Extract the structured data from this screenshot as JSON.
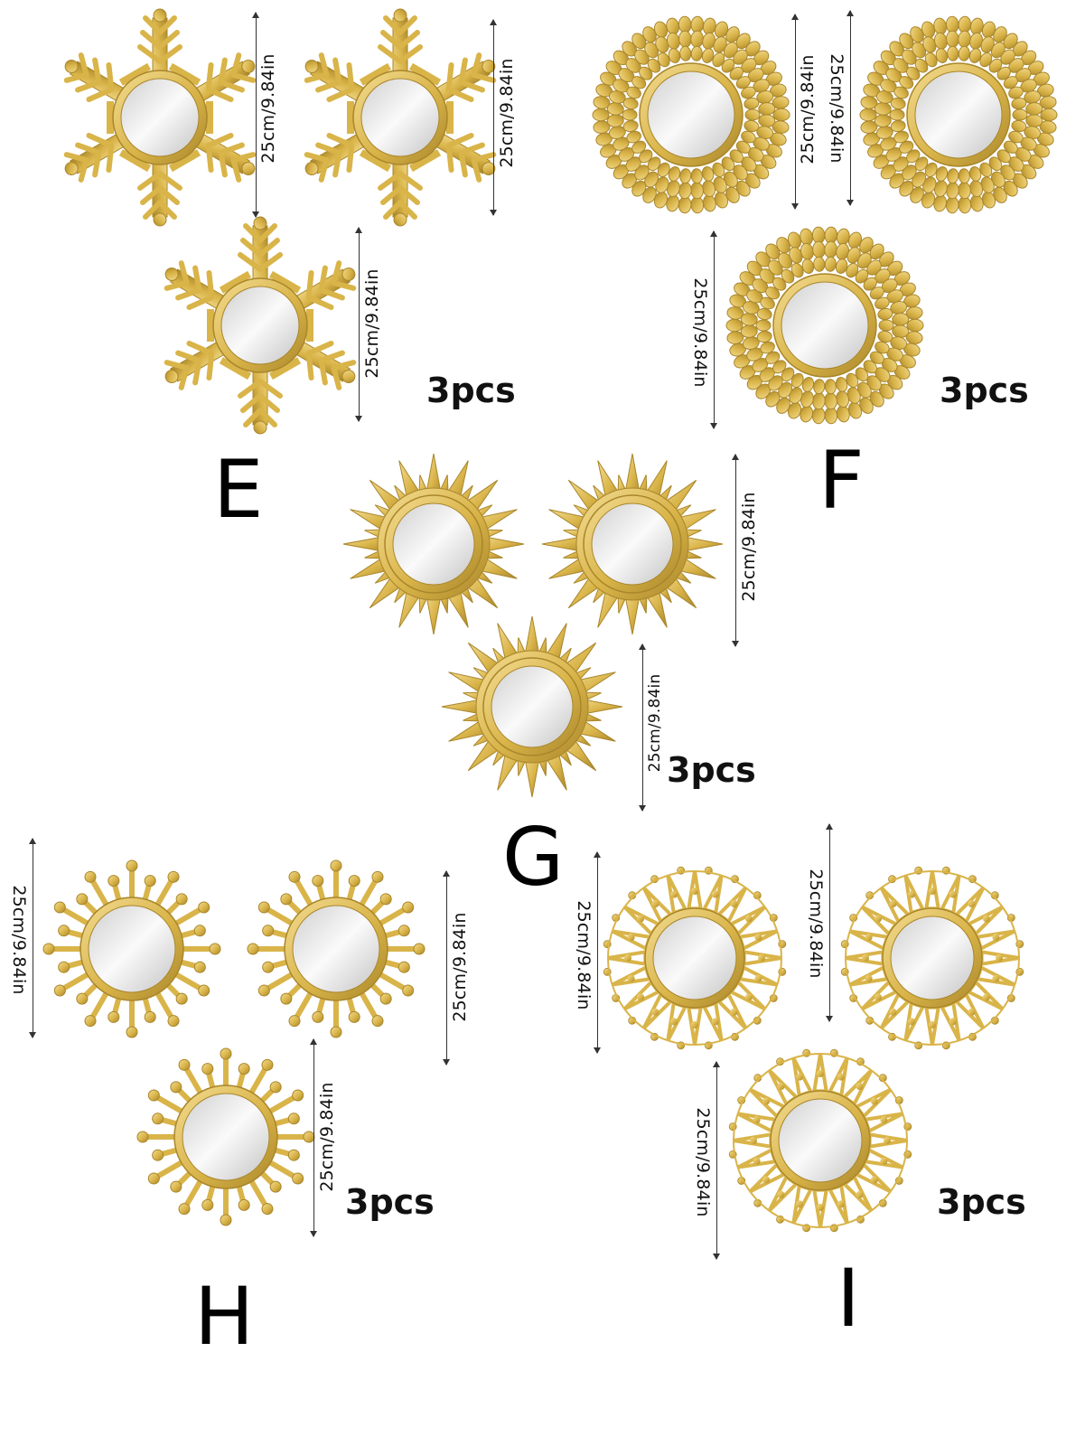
{
  "colors": {
    "gold_light": "#f3dc93",
    "gold": "#d9b449",
    "gold_dark": "#a9862b",
    "mirror": "#e6e6e6"
  },
  "sets": [
    {
      "letter": "E",
      "count": "3pcs",
      "style": "snowflake",
      "dimension": "25cm/9.84in"
    },
    {
      "letter": "F",
      "count": "3pcs",
      "style": "petal-ring",
      "dimension": "25cm/9.84in"
    },
    {
      "letter": "G",
      "count": "3pcs",
      "style": "sunburst",
      "dimension": "25cm/9.84in"
    },
    {
      "letter": "H",
      "count": "3pcs",
      "style": "beaded-sun",
      "dimension": "25cm/9.84in"
    },
    {
      "letter": "I",
      "count": "3pcs",
      "style": "filigree-sun",
      "dimension": "25cm/9.84in"
    }
  ]
}
